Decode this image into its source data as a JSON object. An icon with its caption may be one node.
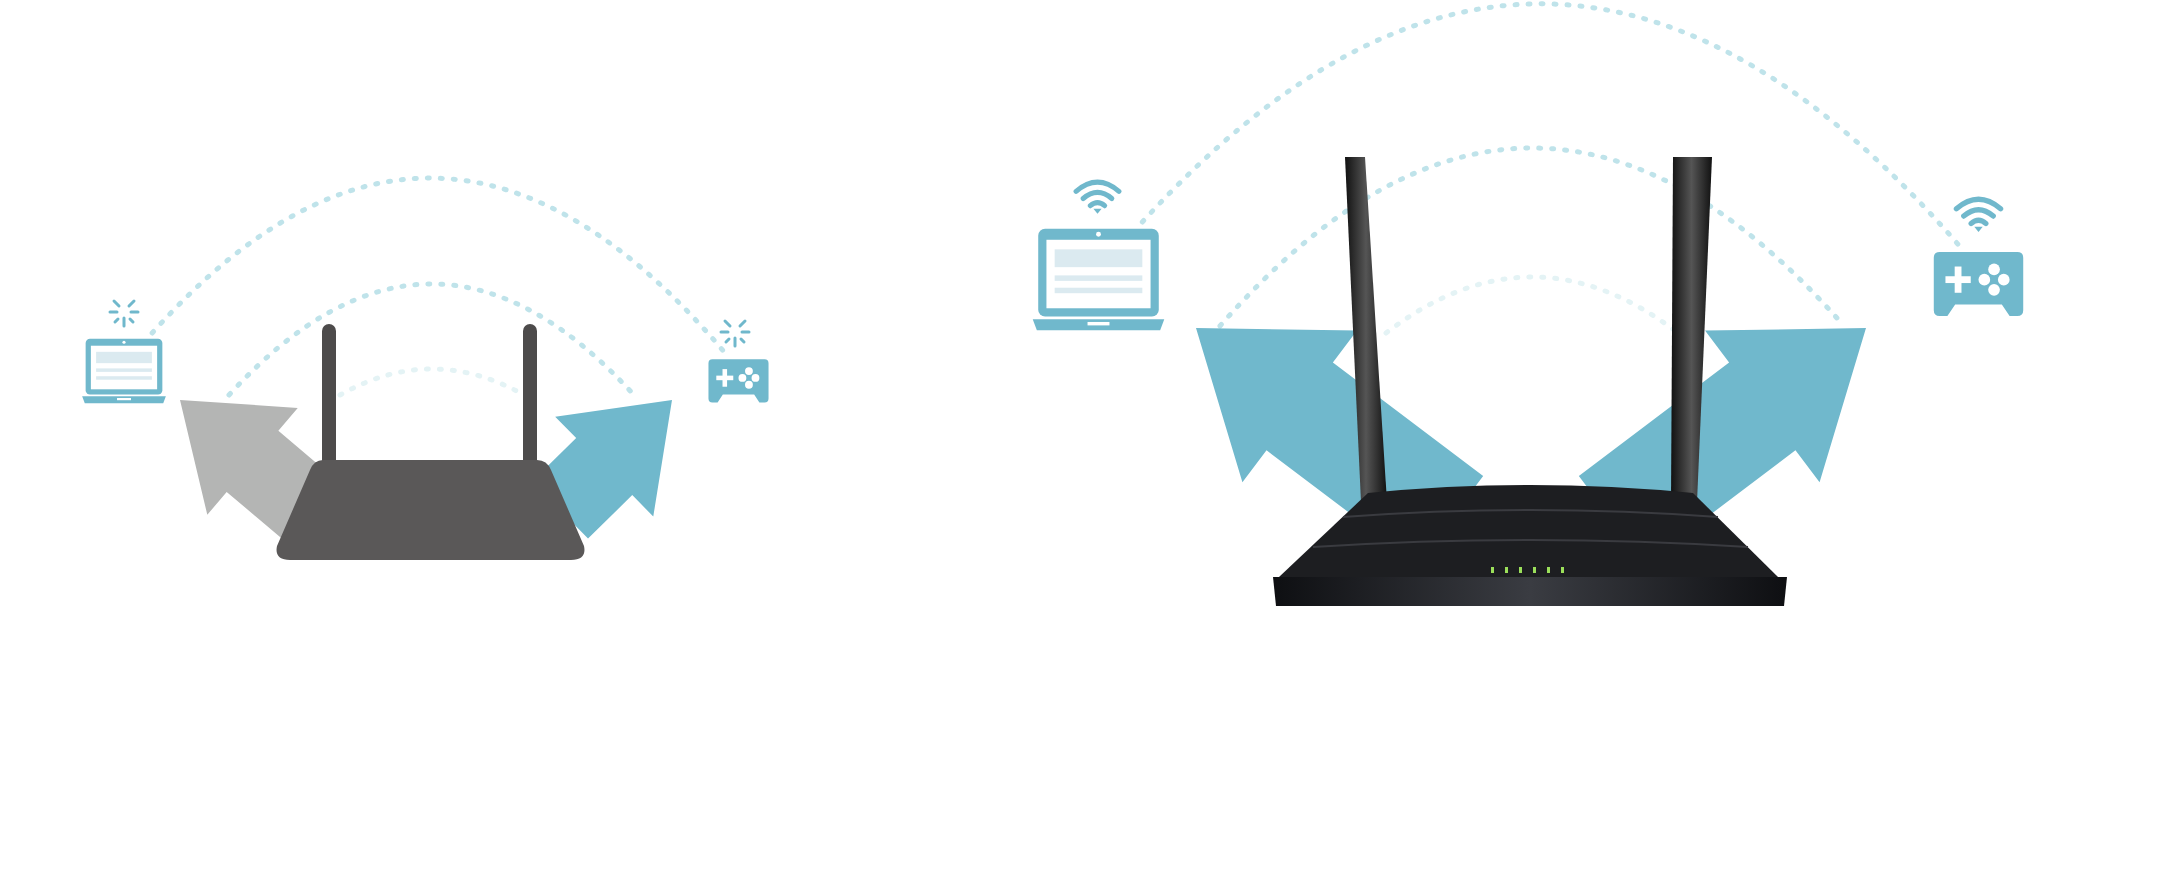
{
  "diagram": {
    "nodes": [
      {
        "text": [],
        "shape": "picture"
      },
      {
        "text": [],
        "shape": "picture"
      },
      {
        "text": [],
        "shape": "picture"
      },
      {
        "text": [],
        "shape": "picture"
      },
      {
        "text": [],
        "shape": "picture"
      },
      {
        "text": [],
        "shape": "picture"
      }
    ],
    "edges": [
      {
        "from": 0,
        "to": 2,
        "arrow": "none",
        "style": "dashed"
      },
      {
        "from": 3,
        "to": 5,
        "arrow": "none",
        "style": "dashed"
      }
    ]
  }
}
